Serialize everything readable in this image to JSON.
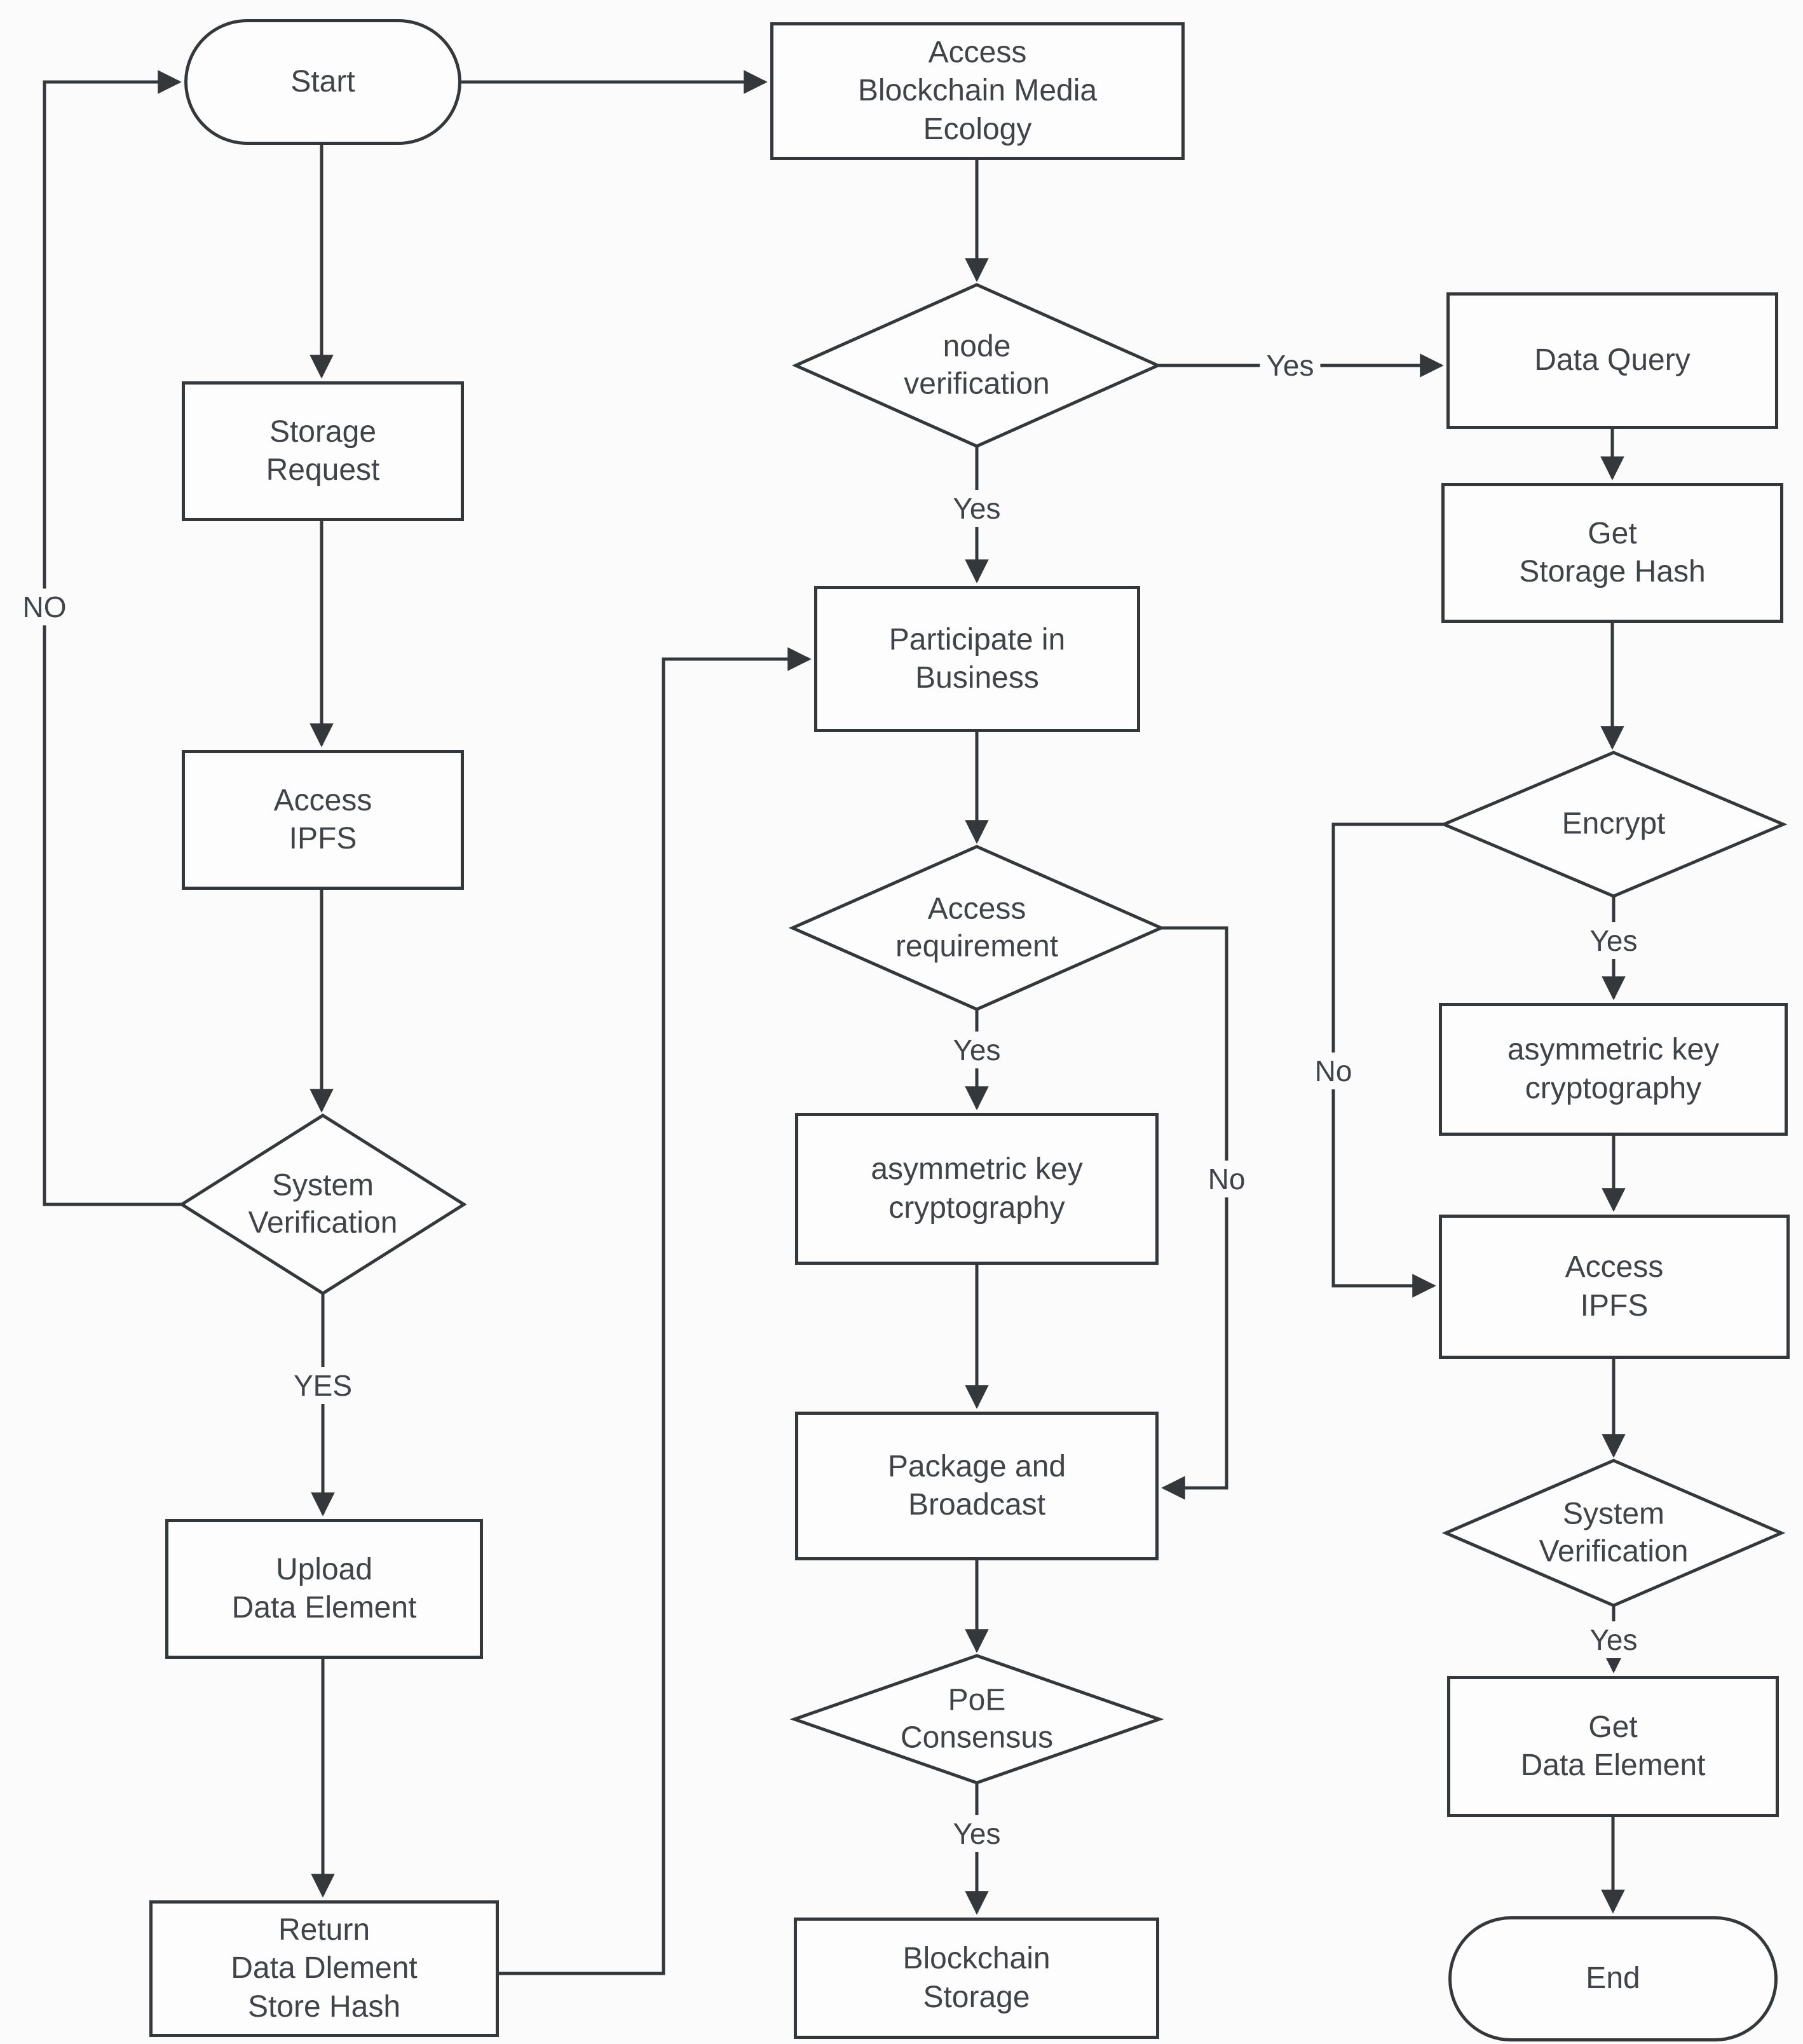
{
  "diagram": {
    "title": "blockchain media storage flowchart",
    "colors": {
      "line": "#34383b",
      "text": "#404448",
      "node_fill": "#fdfdfe",
      "background": "#fbfbfc"
    },
    "nodes": {
      "start": {
        "label": "Start",
        "type": "terminator"
      },
      "storage_request": {
        "label": "Storage\nRequest",
        "type": "process"
      },
      "access_ipfs_left": {
        "label": "Access\nIPFS",
        "type": "process"
      },
      "system_verification_left": {
        "label": "System\nVerification",
        "type": "decision"
      },
      "upload_data_element": {
        "label": "Upload\nData Element",
        "type": "process"
      },
      "return_store_hash": {
        "label": "Return\nData Dlement\nStore Hash",
        "type": "process"
      },
      "access_blockchain": {
        "label": "Access\nBlockchain Media\nEcology",
        "type": "process"
      },
      "node_verification": {
        "label": "node\nverification",
        "type": "decision"
      },
      "participate_business": {
        "label": "Participate in\nBusiness",
        "type": "process"
      },
      "access_requirement": {
        "label": "Access\nrequirement",
        "type": "decision"
      },
      "asymmetric_key_mid": {
        "label": "asymmetric key\ncryptography",
        "type": "process"
      },
      "package_broadcast": {
        "label": "Package and\nBroadcast",
        "type": "process"
      },
      "poe_consensus": {
        "label": "PoE\nConsensus",
        "type": "decision"
      },
      "blockchain_storage": {
        "label": "Blockchain\nStorage",
        "type": "process"
      },
      "data_query": {
        "label": "Data Query",
        "type": "process"
      },
      "get_storage_hash": {
        "label": "Get\nStorage Hash",
        "type": "process"
      },
      "encrypt": {
        "label": "Encrypt",
        "type": "decision"
      },
      "asymmetric_key_right": {
        "label": "asymmetric key\ncryptography",
        "type": "process"
      },
      "access_ipfs_right": {
        "label": "Access\nIPFS",
        "type": "process"
      },
      "system_verification_right": {
        "label": "System\nVerification",
        "type": "decision"
      },
      "get_data_element": {
        "label": "Get\nData Element",
        "type": "process"
      },
      "end": {
        "label": "End",
        "type": "terminator"
      }
    },
    "edge_labels": {
      "no_loop": "NO",
      "yes_upload": "YES",
      "node_verification_yes_down": "Yes",
      "node_verification_yes_right": "Yes",
      "access_requirement_yes": "Yes",
      "access_requirement_no": "No",
      "poe_yes": "Yes",
      "encrypt_yes": "Yes",
      "encrypt_no": "No",
      "system_verification_right_yes": "Yes"
    }
  }
}
